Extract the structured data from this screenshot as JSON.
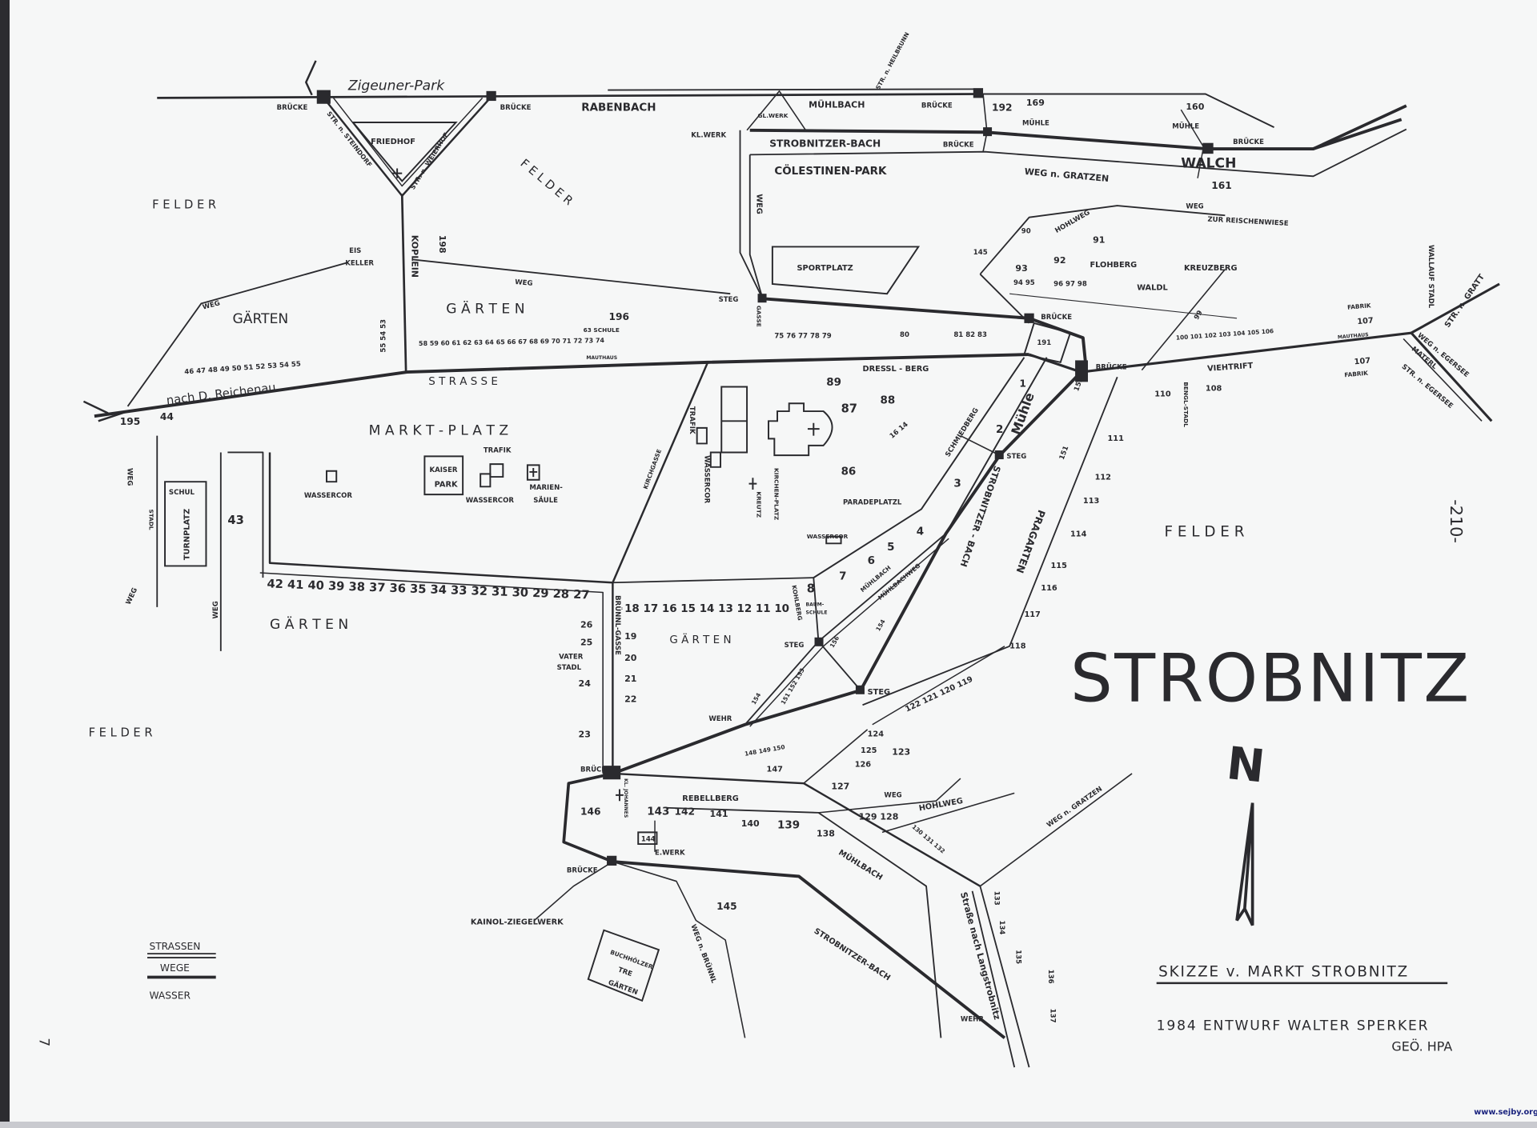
{
  "map": {
    "title": "STROBNITZ",
    "north_label": "N",
    "subtitle": "SKIZZE v. MARKT STROBNITZ",
    "author_line": "1984  ENTWURF  WALTER SPERKER",
    "author_line2": "GEÖ. HPA",
    "page_number": "-210-",
    "margin_mark": "7",
    "watermark": "www.sejby.org",
    "legend": {
      "roads": "STRASSEN",
      "paths": "WEGE",
      "water": "WASSER"
    },
    "colors": {
      "ink": "#2a2a2e",
      "paper": "#f6f7f7",
      "watermark": "#1a237e"
    }
  },
  "labels": {
    "zigeuner_park": "Zigeuner-Park",
    "bruecke_nw": "BRÜCKE",
    "bruecke_ne": "BRÜCKE",
    "rabenbach": "RABENBACH",
    "muehlbach_top": "MÜHLBACH",
    "kl_werk": "KL.WERK",
    "gl_werk": "GL.WERK",
    "str_heilbrunn": "STR. n. HEILBRUNN",
    "bruecke_top": "BRÜCKE",
    "n192": "192",
    "n169": "169",
    "muehle_1": "MÜHLE",
    "n160": "160",
    "muehle_2": "MÜHLE",
    "bruecke_walch": "BRÜCKE",
    "walch": "WALCH",
    "n161": "161",
    "strobnitzer_bach_1": "STROBNITZER-BACH",
    "bruecke_bach": "BRÜCKE",
    "coelestinen_park": "CÖLESTINEN-PARK",
    "weg_gratzen_1": "WEG n. GRATZEN",
    "friedhof": "FRIEDHOF",
    "str_steindorf": "STR. n. STEINDORF",
    "str_weierhof": "STR. n. WEIERHOF",
    "felder_1": "F E L D E R",
    "felder_2": "F E L D E R",
    "felder_3": "F E L D E R",
    "felder_4": "F E L D E R",
    "eis": "EIS",
    "keller": "KELLER",
    "koplein": "KOPLEIN",
    "n198": "198",
    "weg_1": "WEG",
    "weg_2": "WEG",
    "gaerten_1": "GÄRTEN",
    "gaerten_2": "G Ä R T E N",
    "gaerten_3": "G Ä R T E N",
    "gaerten_4": "G Ä R T E N",
    "n196": "196",
    "schule_63": "63 SCHULE",
    "row_46_55": "46 47 48 49 50 51 52 53 54 55",
    "row_54_53": "55 54 53",
    "row_58_74": "58 59 60 61 62 63 64 65 66 67 68 69 70 71 72 73 74",
    "mauthaus": "MAUTHAUS",
    "strasse": "S T R A S S E",
    "reichenau": "nach D. Reichenau",
    "n195": "195",
    "n44": "44",
    "marktplatz": "M A R K T - P L A T Z",
    "steg_1": "STEG",
    "gasse": "GASSE",
    "row_75_79": "75 76 77 78 79",
    "n80": "80",
    "row_81_83": "81 82 83",
    "sportplatz": "SPORTPLATZ",
    "weg_vert": "WEG",
    "hohlweg_1": "HOHLWEG",
    "weg_3": "WEG",
    "reischenwiese": "ZUR REISCHENWIESE",
    "n90": "90",
    "n91": "91",
    "n145b": "145",
    "n93": "93",
    "n92": "92",
    "row_94_95": "94 95",
    "row_96_98": "96 97 98",
    "flohberg": "FLOHBERG",
    "waldl": "WALDL",
    "kreuzberg": "KREUZBERG",
    "bruecke_e": "BRÜCKE",
    "n191": "191",
    "dressl_berg": "DRESSL - BERG",
    "bruecke_main": "BRÜCKE",
    "viehtrift": "VIEHTRIFT",
    "n99": "99",
    "row_100_106": "100 101 102 103 104 105 106",
    "fabrik_1": "FABRIK",
    "n107a": "107",
    "mauthaus_2": "MAUTHAUS",
    "n107b": "107",
    "fabrik_2": "FABRIK",
    "n110": "110",
    "bengl_stadl": "BENGL-STADL",
    "n108": "108",
    "wallauf_stadl": "WALLAUF STADL",
    "str_gratt": "STR. n. GRATT",
    "weg_egersee": "WEG n. EGERSEE",
    "materl": "MATERL",
    "str_egersee": "STR. n. EGERSEE",
    "n89": "89",
    "n87": "87",
    "n88": "88",
    "row_16_14": "16  14",
    "n86": "86",
    "trafik_v": "TRAFIK",
    "wassercor_v": "WASSERCOR",
    "kreutz": "KREUTZ",
    "kirchenplatz": "KIRCHEN-PLATZ",
    "paradeplatzl": "PARADEPLATZL",
    "wassercor_3": "WASSERCOR",
    "kirchgasse": "KIRCHGASSE",
    "schmiedberg": "SCHMIEDBERG",
    "n1": "1",
    "n2": "2",
    "muehle_big": "Mühle",
    "n3": "3",
    "steg_2": "STEG",
    "strobnitzer_bach_2": "STROBNITZER - BACH",
    "n155": "155",
    "n151": "151",
    "pragarten": "PRAGARTEN",
    "n111": "111",
    "n112": "112",
    "n113": "113",
    "n114": "114",
    "n115": "115",
    "n116": "116",
    "n117": "117",
    "n118": "118",
    "row_42_27": "42 41 40 39 38 37 36 35 34 33 32 31 30 29 28 27",
    "row_18_10": "18 17 16 15 14 13 12 11 10",
    "n26": "26",
    "n25": "25",
    "vater": "VATER",
    "stadl_vater": "STADL",
    "n24": "24",
    "n23": "23",
    "n19": "19",
    "n20": "20",
    "n21": "21",
    "n22": "22",
    "bruenngasse": "BRÜNNL-GASSE",
    "weg_left_a": "WEG",
    "stadl_left": "STADL",
    "weg_left_b": "WEG",
    "weg_left_c": "WEG",
    "schul": "SCHUL",
    "turnplatz": "TURNPLATZ",
    "n43": "43",
    "wassercor_1": "WASSERCOR",
    "kaiser": "KAISER",
    "park": "PARK",
    "trafik": "TRAFIK",
    "wassercor_2": "WASSERCOR",
    "marien": "MARIEN-",
    "saeule": "SÄULE",
    "steg_3": "STEG",
    "kohlberg": "KOHLBERG",
    "n8": "8",
    "n7": "7",
    "n6": "6",
    "n5": "5",
    "n4": "4",
    "baum": "BAUM-",
    "schule_baum": "SCHULE",
    "muehlbach_mid": "MÜHLBACH",
    "muehlbachweg": "MÜHLBACHWEG",
    "n156": "156",
    "n154b": "154",
    "row_151_153": "151 152 153",
    "wehr_1": "WEHR",
    "steg_4": "STEG",
    "row_122_119": "122 121 120 119",
    "row_148_150": "148 149 150",
    "n154": "154",
    "n124": "124",
    "n125": "125",
    "n126": "126",
    "n123": "123",
    "n147": "147",
    "n127": "127",
    "weg_4": "WEG",
    "hohlweg_2": "HOHLWEG",
    "row_129_128": "129 128",
    "row_130_132": "130 131 132",
    "bruecke_sw": "BRÜCKE",
    "n146": "146",
    "kl_johannes": "KL. JOHANNES",
    "rebellberg": "REBELLBERG",
    "n143": "143",
    "n142": "142",
    "n141": "141",
    "n140": "140",
    "n139": "139",
    "n138": "138",
    "n144": "144",
    "e_werk": "E.WERK",
    "bruecke_s": "BRÜCKE",
    "kainol": "KAINOL-ZIEGELWERK",
    "n145": "145",
    "muehlbach_bot": "MÜHLBACH",
    "weg_gratzen_2": "WEG n. GRATZEN",
    "strasse_nach": "Straße nach Langstrobnitz",
    "n133": "133",
    "n134": "134",
    "n135": "135",
    "n136": "136",
    "n137": "137",
    "buchhoelzer": "BUCHHÖLZER",
    "tre": "TRE",
    "gaerten_bh": "GÄRTEN",
    "weg_bruennl": "WEG n. BRÜNNL",
    "strobnitzer_bach_3": "STROBNITZER-BACH",
    "wehr_2": "WEHR"
  }
}
